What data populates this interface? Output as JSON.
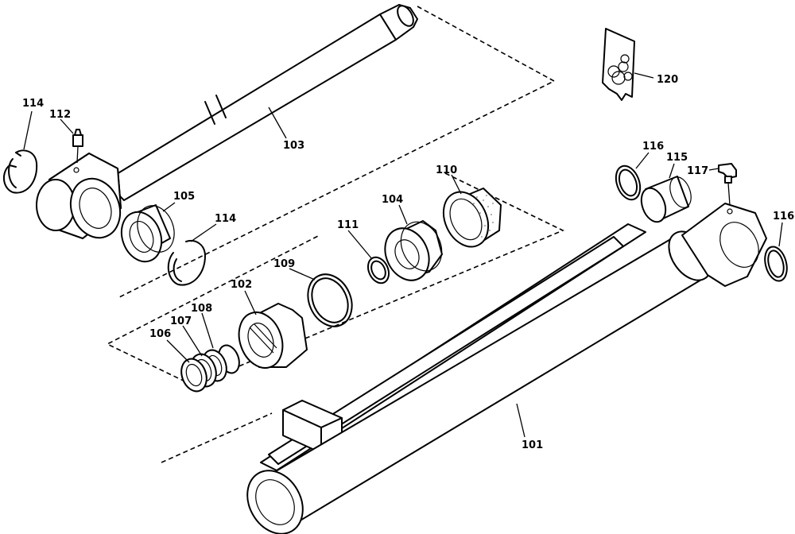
{
  "diagram": {
    "labels": {
      "p101": "101",
      "p102": "102",
      "p103": "103",
      "p104": "104",
      "p105": "105",
      "p106": "106",
      "p107": "107",
      "p108": "108",
      "p109": "109",
      "p110": "110",
      "p111": "111",
      "p112": "112",
      "p114a": "114",
      "p114b": "114",
      "p115": "115",
      "p116a": "116",
      "p116b": "116",
      "p117": "117",
      "p120": "120"
    }
  }
}
